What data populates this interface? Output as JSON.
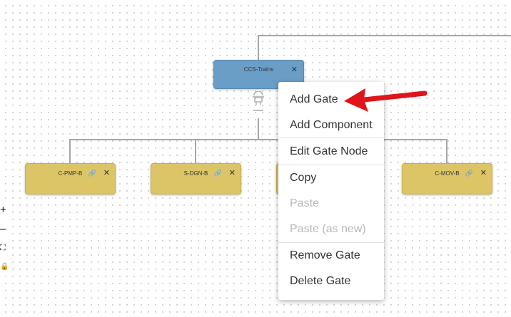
{
  "graph": {
    "gate_node": {
      "label": "CCS-Trains",
      "close": "✕"
    },
    "components": [
      {
        "label": "C-PMP-B",
        "link": "🔗",
        "close": "✕"
      },
      {
        "label": "S-DGN-B",
        "link": "🔗",
        "close": "✕"
      },
      {
        "label": "C-MOV-B",
        "link": "🔗",
        "close": "✕"
      }
    ]
  },
  "zoom_controls": {
    "zoom_in": "+",
    "zoom_out": "–",
    "fit": "⛶",
    "lock": "🔒"
  },
  "context_menu": {
    "items": [
      {
        "label": "Add Gate",
        "enabled": true
      },
      {
        "label": "Add Component",
        "enabled": true
      },
      {
        "label": "Edit Gate Node",
        "enabled": true
      },
      {
        "label": "Copy",
        "enabled": true
      },
      {
        "label": "Paste",
        "enabled": false
      },
      {
        "label": "Paste (as new)",
        "enabled": false
      },
      {
        "label": "Remove Gate",
        "enabled": true
      },
      {
        "label": "Delete Gate",
        "enabled": true
      }
    ]
  },
  "colors": {
    "gate_node": "#6b9ec6",
    "component_node": "#dcc566",
    "edge": "#a6a6a6",
    "annotation_arrow": "#e0141b"
  }
}
